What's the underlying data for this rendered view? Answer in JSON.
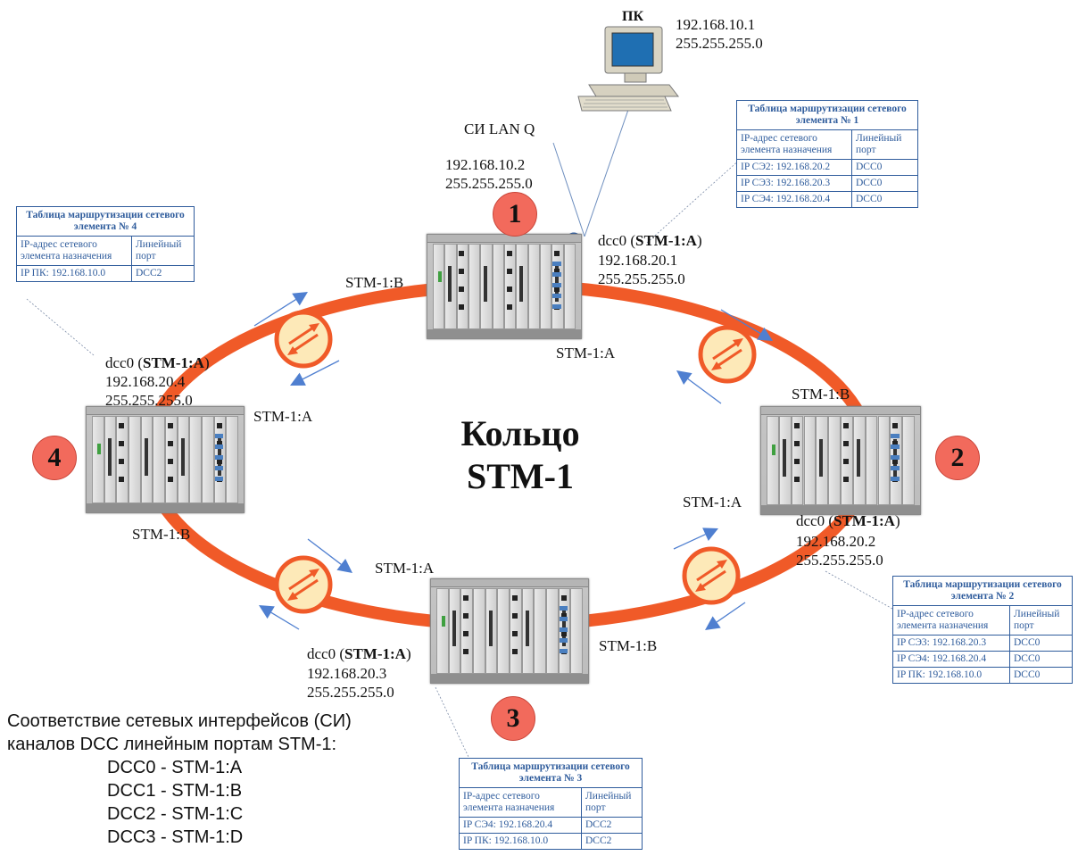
{
  "pc": {
    "label": "ПК",
    "ip": "192.168.10.1",
    "mask": "255.255.255.0"
  },
  "lan": {
    "label": "СИ LAN Q",
    "ip": "192.168.10.2",
    "mask": "255.255.255.0"
  },
  "ring_title_line1": "Кольцо",
  "ring_title_line2": "STM-1",
  "nodes": [
    {
      "number": "1",
      "dcc_prefix": "dcc0 (",
      "dcc_port": "STM-1:A",
      "dcc_suffix": ")",
      "ip": "192.168.20.1",
      "mask": "255.255.255.0",
      "port_a": "STM-1:A",
      "port_b": "STM-1:B"
    },
    {
      "number": "2",
      "dcc_prefix": "dcc0 (",
      "dcc_port": "STM-1:A",
      "dcc_suffix": ")",
      "ip": "192.168.20.2",
      "mask": "255.255.255.0",
      "port_a": "STM-1:A",
      "port_b": "STM-1:B"
    },
    {
      "number": "3",
      "dcc_prefix": "dcc0 (",
      "dcc_port": "STM-1:A",
      "dcc_suffix": ")",
      "ip": "192.168.20.3",
      "mask": "255.255.255.0",
      "port_a": "STM-1:A",
      "port_b": "STM-1:B"
    },
    {
      "number": "4",
      "dcc_prefix": "dcc0 (",
      "dcc_port": "STM-1:A",
      "dcc_suffix": ")",
      "ip": "192.168.20.4",
      "mask": "255.255.255.0",
      "port_a": "STM-1:A",
      "port_b": "STM-1:B"
    }
  ],
  "tables": {
    "col1": "IP-адрес сетевого элемента назначения",
    "col2": "Линейный порт",
    "t1": {
      "title": "Таблица маршрутизации сетевого элемента № 1",
      "rows": [
        [
          "IP СЭ2: 192.168.20.2",
          "DCC0"
        ],
        [
          "IP СЭ3: 192.168.20.3",
          "DCC0"
        ],
        [
          "IP СЭ4: 192.168.20.4",
          "DCC0"
        ]
      ]
    },
    "t2": {
      "title": "Таблица маршрутизации сетевого элемента № 2",
      "rows": [
        [
          "IP СЭ3: 192.168.20.3",
          "DCC0"
        ],
        [
          "IP СЭ4: 192.168.20.4",
          "DCC0"
        ],
        [
          "IP ПК: 192.168.10.0",
          "DCC0"
        ]
      ]
    },
    "t3": {
      "title": "Таблица маршрутизации сетевого элемента № 3",
      "rows": [
        [
          "IP СЭ4: 192.168.20.4",
          "DCC2"
        ],
        [
          "IP ПК: 192.168.10.0",
          "DCC2"
        ]
      ]
    },
    "t4": {
      "title": "Таблица маршрутизации сетевого элемента № 4",
      "rows": [
        [
          "IP ПК: 192.168.10.0",
          "DCC2"
        ]
      ]
    }
  },
  "legend": {
    "line1": "Соответствие сетевых интерфейсов (СИ)",
    "line2": "каналов DCC линейным портам STM-1:",
    "items": [
      "DCC0 - STM-1:A",
      "DCC1 - STM-1:B",
      "DCC2 - STM-1:C",
      "DCC3 - STM-1:D"
    ]
  },
  "colors": {
    "ring": "#f05a28",
    "badge": "#f26a5c",
    "table": "#2f5c9c",
    "arrow": "#4f7fd0"
  }
}
